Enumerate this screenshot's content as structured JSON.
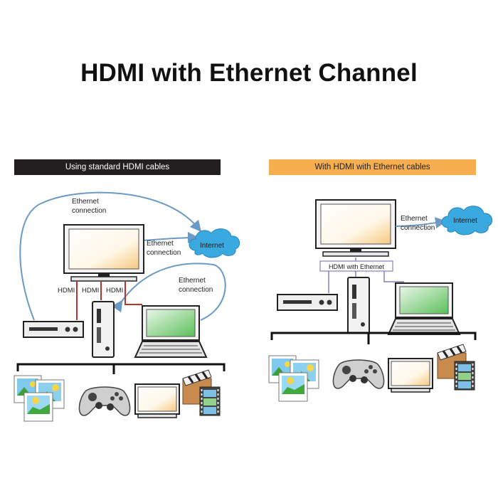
{
  "title": "HDMI with Ethernet Channel",
  "left_panel": {
    "banner": "Using standard HDMI cables",
    "ethernet_label": [
      "Ethernet",
      "connection"
    ],
    "cloud_label": "Internet",
    "port_labels": [
      "HDMI",
      "HDMI",
      "HDMI"
    ]
  },
  "right_panel": {
    "banner": "With HDMI with Ethernet cables",
    "ethernet_label": [
      "Ethernet",
      "connection"
    ],
    "cloud_label": "Internet",
    "hub_label": "HDMI with Ethernet"
  },
  "colors": {
    "ethernet_line": "#6b9ac4",
    "hdmi_line": "#b5342b",
    "hec_line": "#8a7fb8",
    "cloud": "#3aa9df",
    "left_banner": "#231f20",
    "right_banner": "#f6ae4f"
  },
  "icons": [
    "tv-icon",
    "cloud-icon",
    "set-top-box-icon",
    "tower-pc-icon",
    "laptop-icon",
    "photos-icon",
    "gamepad-icon",
    "monitor-icon",
    "film-clapper-icon"
  ]
}
